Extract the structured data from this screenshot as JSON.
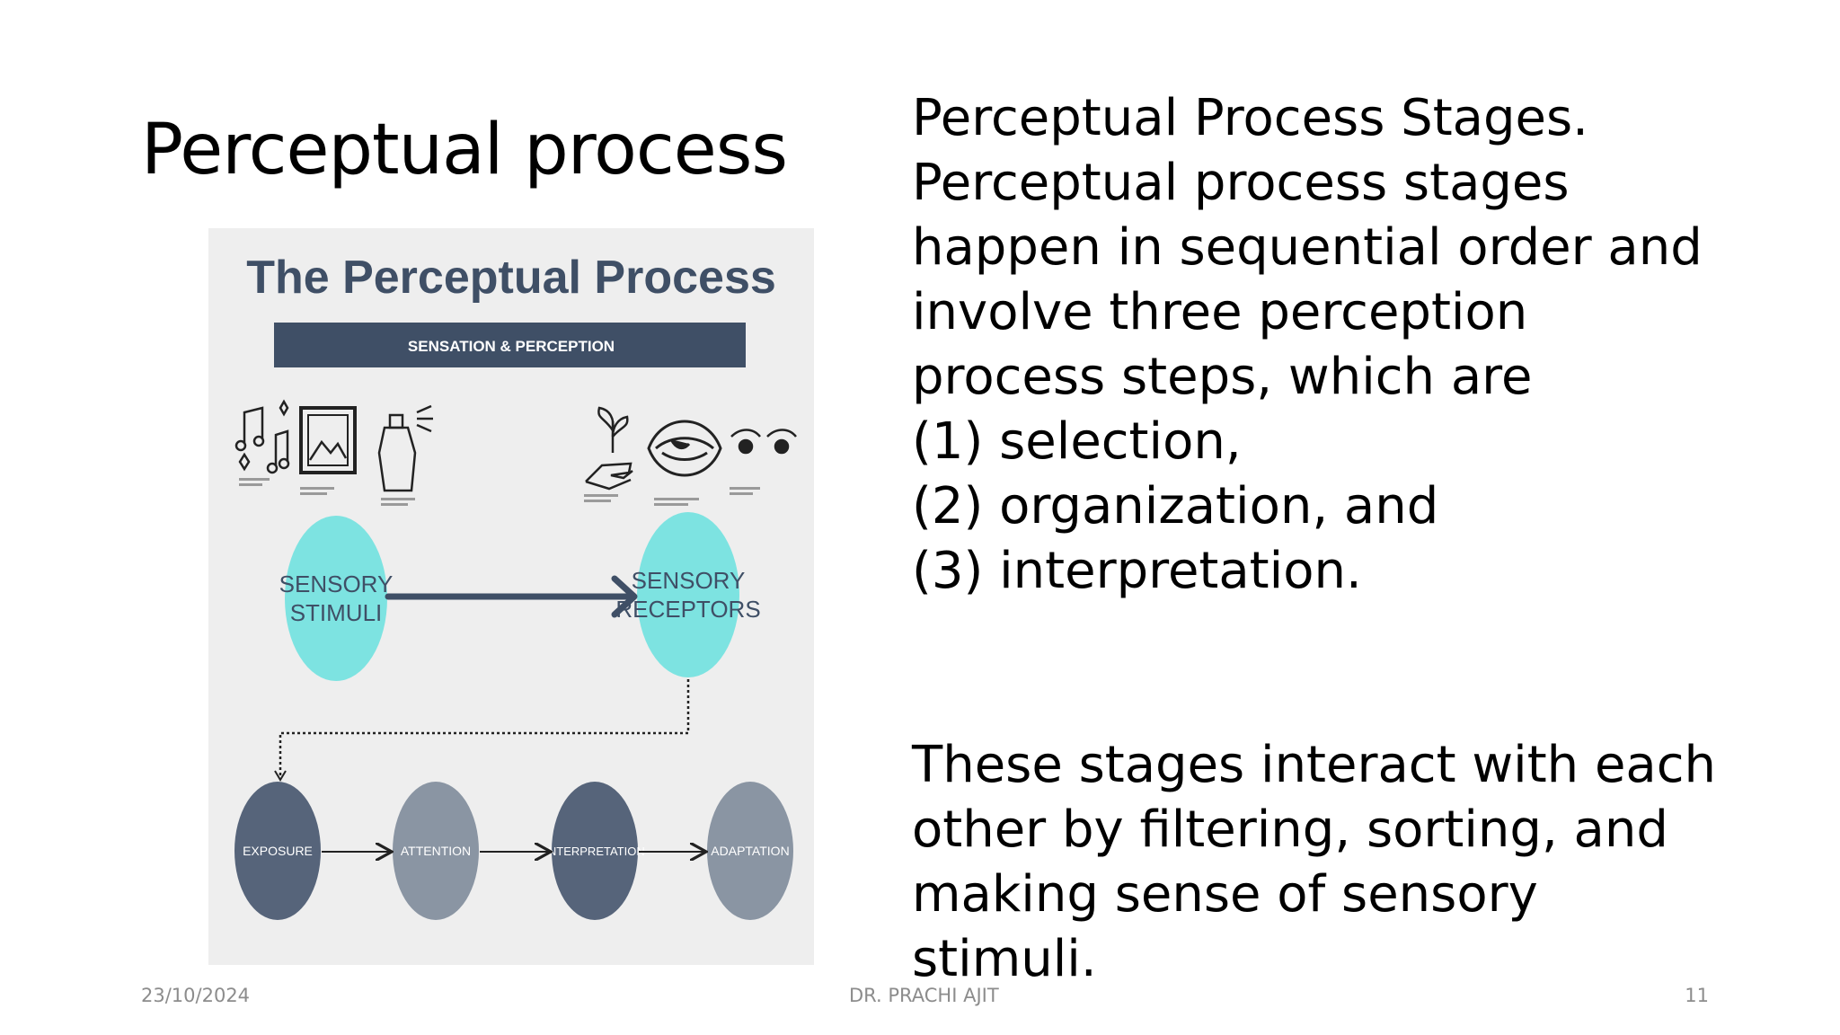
{
  "slide": {
    "title": "Perceptual process",
    "body_lines": [
      "Perceptual Process Stages.",
      "Perceptual process stages",
      "happen in sequential order and",
      "involve three perception",
      "process steps, which are",
      "(1) selection,",
      "(2) organization, and",
      "(3) interpretation."
    ],
    "body_lines_2": [
      "These stages interact with each",
      "other by filtering, sorting, and",
      "making sense of sensory",
      "stimuli."
    ]
  },
  "figure": {
    "title": "The Perceptual Process",
    "banner": "SENSATION & PERCEPTION",
    "top_nodes": [
      {
        "line1": "SENSORY",
        "line2": "STIMULI"
      },
      {
        "line1": "SENSORY",
        "line2": "RECEPTORS"
      }
    ],
    "stages": [
      "EXPOSURE",
      "ATTENTION",
      "INTERPRETATION",
      "ADAPTATION"
    ],
    "icons": [
      "music-notes-icon",
      "picture-frame-icon",
      "perfume-bottle-icon",
      "hand-plant-icon",
      "mouth-icon",
      "eyes-icon"
    ],
    "colors": {
      "banner": "#3f4f66",
      "teal": "#7de3e1",
      "dark_stage": "#56647a",
      "light_stage": "#8a95a3",
      "arrow": "#3f4f66"
    }
  },
  "footer": {
    "date": "23/10/2024",
    "author": "DR. PRACHI AJIT",
    "page": "11"
  }
}
